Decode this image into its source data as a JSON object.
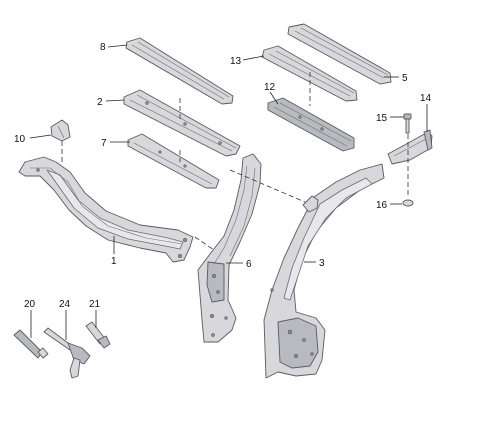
{
  "callouts": {
    "c1": "1",
    "c2": "2",
    "c3": "3",
    "c5": "5",
    "c6": "6",
    "c7": "7",
    "c8": "8",
    "c10": "10",
    "c12": "12",
    "c13": "13",
    "c14": "14",
    "c15": "15",
    "c16": "16",
    "c20": "20",
    "c21": "21",
    "c24": "24"
  },
  "colors": {
    "part_fill": "#d7d7dc",
    "part_stroke": "#5a5a62",
    "background": "#ffffff"
  }
}
